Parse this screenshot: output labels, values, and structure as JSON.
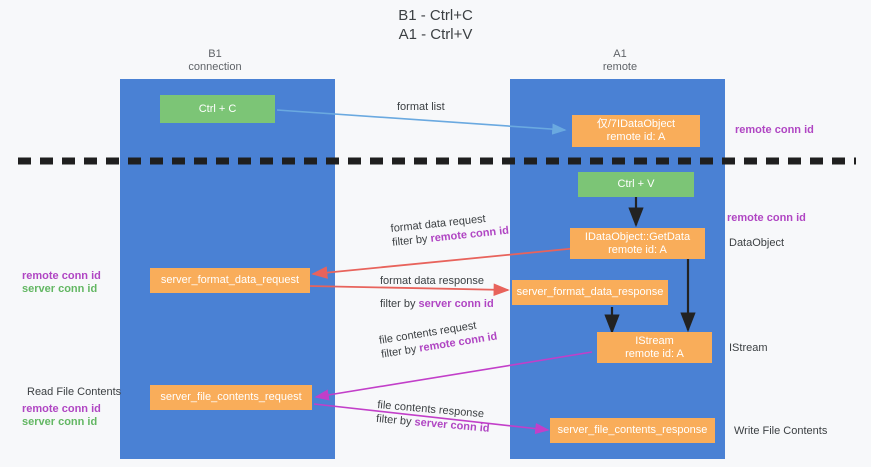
{
  "title": {
    "line1": "B1 - Ctrl+C",
    "line2": "A1 - Ctrl+V"
  },
  "columns": [
    {
      "name": "B1",
      "sub": "connection"
    },
    {
      "name": "A1",
      "sub": "remote"
    }
  ],
  "boxes": {
    "ctrl_c": "Ctrl + C",
    "ctrl_v": "Ctrl + V",
    "idataobject_title": "仅/7IDataObject",
    "idataobject_sub": "remote id: A",
    "getdata_title": "IDataObject::GetData",
    "getdata_sub": "remote id: A",
    "istream_title": "IStream",
    "istream_sub": "remote id: A",
    "server_format_data_request": "server_format_data_request",
    "server_format_data_response": "server_format_data_response",
    "server_file_contents_request": "server_file_contents_request",
    "server_file_contents_response": "server_file_contents_response"
  },
  "arrows": {
    "format_list": "format list",
    "format_data_request": "format data request",
    "format_data_request_filter_prefix": "filter by ",
    "format_data_request_filter_key": "remote conn id",
    "format_data_response": "format data response",
    "format_data_response_filter_prefix": "filter by ",
    "format_data_response_filter_key": "server conn id",
    "file_contents_request": "file contents request",
    "file_contents_request_filter_prefix": "filter by ",
    "file_contents_request_filter_key": "remote conn id",
    "file_contents_response": "file contents response",
    "file_contents_response_filter_prefix": "filter by ",
    "file_contents_response_filter_key": "server conn id"
  },
  "right_labels": {
    "remote_conn_id_top": "remote conn id",
    "remote_conn_id_mid": "remote conn id",
    "dataobject": "DataObject",
    "istream": "IStream",
    "write_file_contents": "Write File Contents"
  },
  "left_labels": {
    "remote_conn_id_1": "remote conn id",
    "server_conn_id_1": "server conn id",
    "read_file_contents": "Read File Contents",
    "remote_conn_id_2": "remote conn id",
    "server_conn_id_2": "server conn id"
  },
  "colors": {
    "lane": "#4a81d4",
    "green_box": "#7cc576",
    "orange_box": "#f9ad5a",
    "purple": "#b046c3",
    "green_text": "#63b763",
    "arrow_blue": "#6aa9e0",
    "arrow_red": "#e8635c",
    "arrow_magenta": "#c23fc9",
    "arrow_dark": "#2a2a2a",
    "background": "#f7f8fa"
  }
}
